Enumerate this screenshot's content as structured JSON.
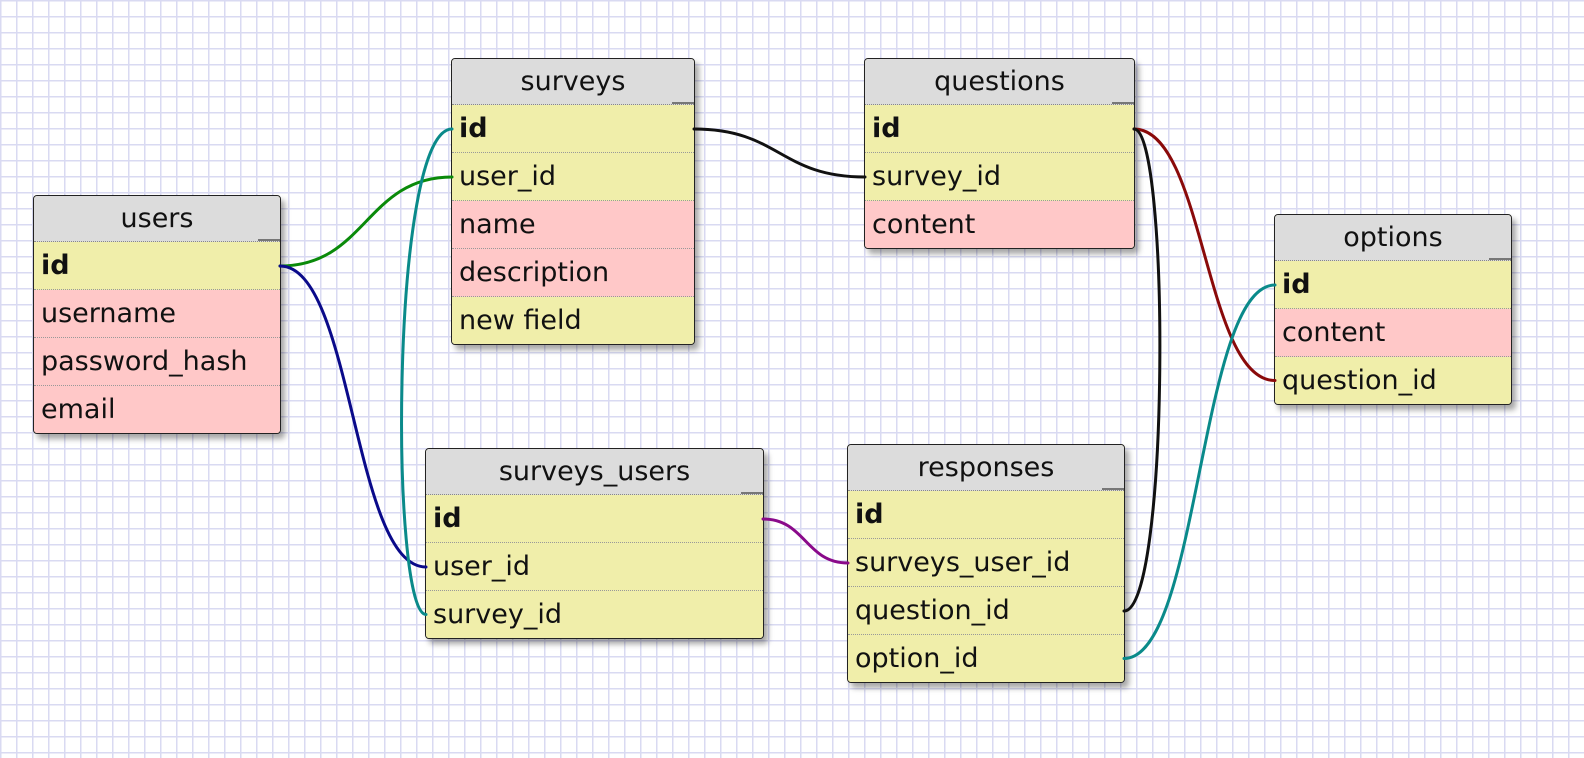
{
  "tables": [
    {
      "id": "users",
      "name": "users",
      "fields": [
        {
          "name": "id",
          "kind": "pk"
        },
        {
          "name": "username",
          "kind": "plain"
        },
        {
          "name": "password_hash",
          "kind": "plain"
        },
        {
          "name": "email",
          "kind": "plain"
        }
      ]
    },
    {
      "id": "surveys",
      "name": "surveys",
      "fields": [
        {
          "name": "id",
          "kind": "pk"
        },
        {
          "name": "user_id",
          "kind": "fk"
        },
        {
          "name": "name",
          "kind": "plain"
        },
        {
          "name": "description",
          "kind": "plain"
        },
        {
          "name": "new field",
          "kind": "extra"
        }
      ]
    },
    {
      "id": "questions",
      "name": "questions",
      "fields": [
        {
          "name": "id",
          "kind": "pk"
        },
        {
          "name": "survey_id",
          "kind": "fk"
        },
        {
          "name": "content",
          "kind": "plain"
        }
      ]
    },
    {
      "id": "options",
      "name": "options",
      "fields": [
        {
          "name": "id",
          "kind": "pk"
        },
        {
          "name": "content",
          "kind": "plain"
        },
        {
          "name": "question_id",
          "kind": "fk"
        }
      ]
    },
    {
      "id": "surveys_users",
      "name": "surveys_users",
      "fields": [
        {
          "name": "id",
          "kind": "pk"
        },
        {
          "name": "user_id",
          "kind": "fk"
        },
        {
          "name": "survey_id",
          "kind": "fk"
        }
      ]
    },
    {
      "id": "responses",
      "name": "responses",
      "fields": [
        {
          "name": "id",
          "kind": "pk"
        },
        {
          "name": "surveys_user_id",
          "kind": "fk"
        },
        {
          "name": "question_id",
          "kind": "fk"
        },
        {
          "name": "option_id",
          "kind": "fk"
        }
      ]
    }
  ],
  "relations": [
    {
      "from": "surveys.user_id",
      "to": "users.id",
      "color": "#0a8a0a"
    },
    {
      "from": "surveys_users.user_id",
      "to": "users.id",
      "color": "#0a0a8a"
    },
    {
      "from": "surveys_users.survey_id",
      "to": "surveys.id",
      "color": "#0a8a8a"
    },
    {
      "from": "questions.survey_id",
      "to": "surveys.id",
      "color": "#111111"
    },
    {
      "from": "options.question_id",
      "to": "questions.id",
      "color": "#8a0a0a"
    },
    {
      "from": "responses.question_id",
      "to": "questions.id",
      "color": "#111111"
    },
    {
      "from": "responses.surveys_user_id",
      "to": "surveys_users.id",
      "color": "#8a0a8a"
    },
    {
      "from": "responses.option_id",
      "to": "options.id",
      "color": "#0a8a8a"
    }
  ],
  "colors": {
    "grid": "#d9daf2",
    "key_row": "#f0eeaa",
    "plain_row": "#ffc8c8",
    "header": "#dcdcdc"
  }
}
